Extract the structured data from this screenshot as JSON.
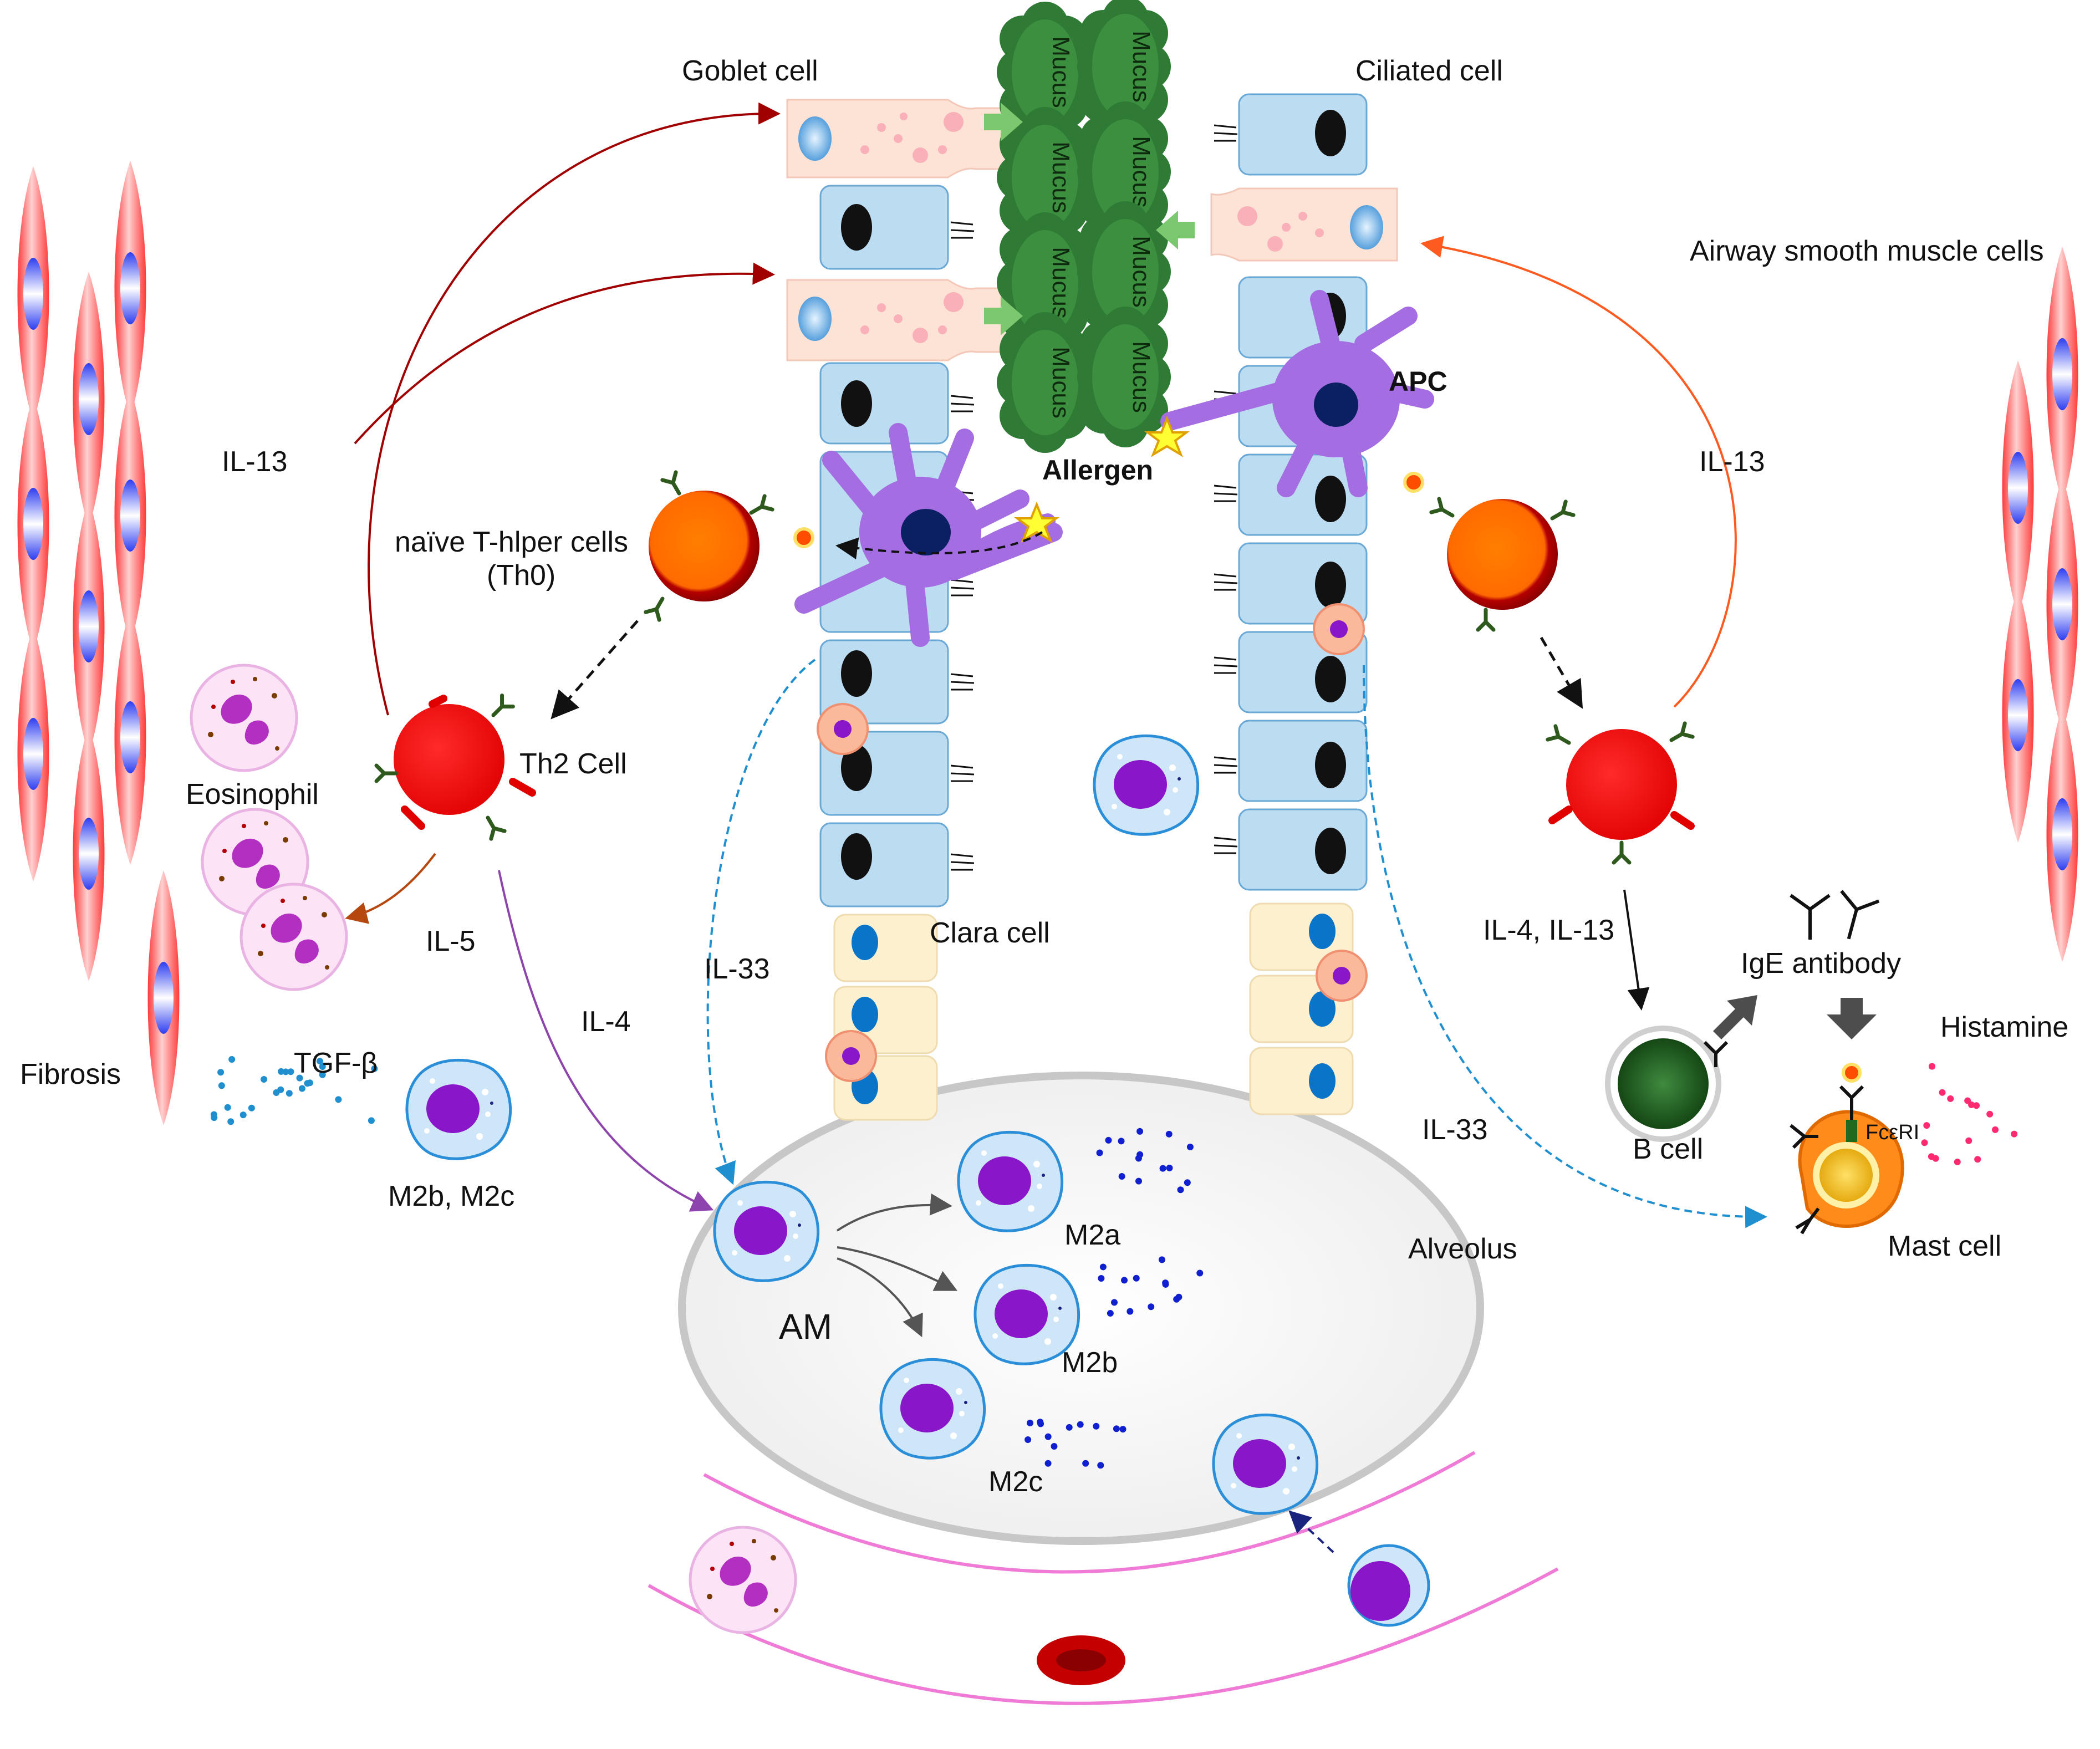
{
  "labels": {
    "goblet_cell": "Goblet cell",
    "ciliated_cell": "Ciliated cell",
    "airway_smooth_muscle": "Airway smooth muscle  cells",
    "apc": "APC",
    "allergen": "Allergen",
    "naive_t_line1": "naïve T-hlper  cells",
    "naive_t_line2": "(Th0)",
    "th2_cell": "Th2 Cell",
    "eosinophil": "Eosinophil",
    "fibrosis": "Fibrosis",
    "tgf_beta": "TGF-β",
    "m2b_m2c": "M2b, M2c",
    "clara_cell": "Clara cell",
    "am": "AM",
    "m2a": "M2a",
    "m2b": "M2b",
    "m2c": "M2c",
    "alveolus": "Alveolus",
    "b_cell": "B cell",
    "ige_antibody": "IgE antibody",
    "histamine": "Histamine",
    "fceri": "FcεRI",
    "mast_cell": "Mast cell",
    "il13_left": "IL-13",
    "il13_right": "IL-13",
    "il5": "IL-5",
    "il4": "IL-4",
    "il33_left": "IL-33",
    "il33_right": "IL-33",
    "il4_il13": "IL-4, IL-13"
  },
  "mucus": [
    "Mucus",
    "Mucus",
    "Mucus",
    "Mucus",
    "Mucus",
    "Mucus",
    "Mucus",
    "Mucus"
  ],
  "colors": {
    "epithelial": "#bcdcf2",
    "goblet": "#fde2d6",
    "clara": "#fdf0cf",
    "mucus": "#2f7a35",
    "th2": "#ff0000",
    "naive_t": "#ff7a00",
    "dendritic": "#a56de2",
    "macrophage": "#cfe6f9",
    "macrophage_nucleus": "#8a16c9",
    "arrow_il13": "#a00000",
    "arrow_il13_right": "#ff5a1f",
    "arrow_il4": "#8e44ad",
    "arrow_il33": "#1f8fd0",
    "b_cell": "#1c5a1c",
    "mast_cell": "#ff8c1a"
  }
}
